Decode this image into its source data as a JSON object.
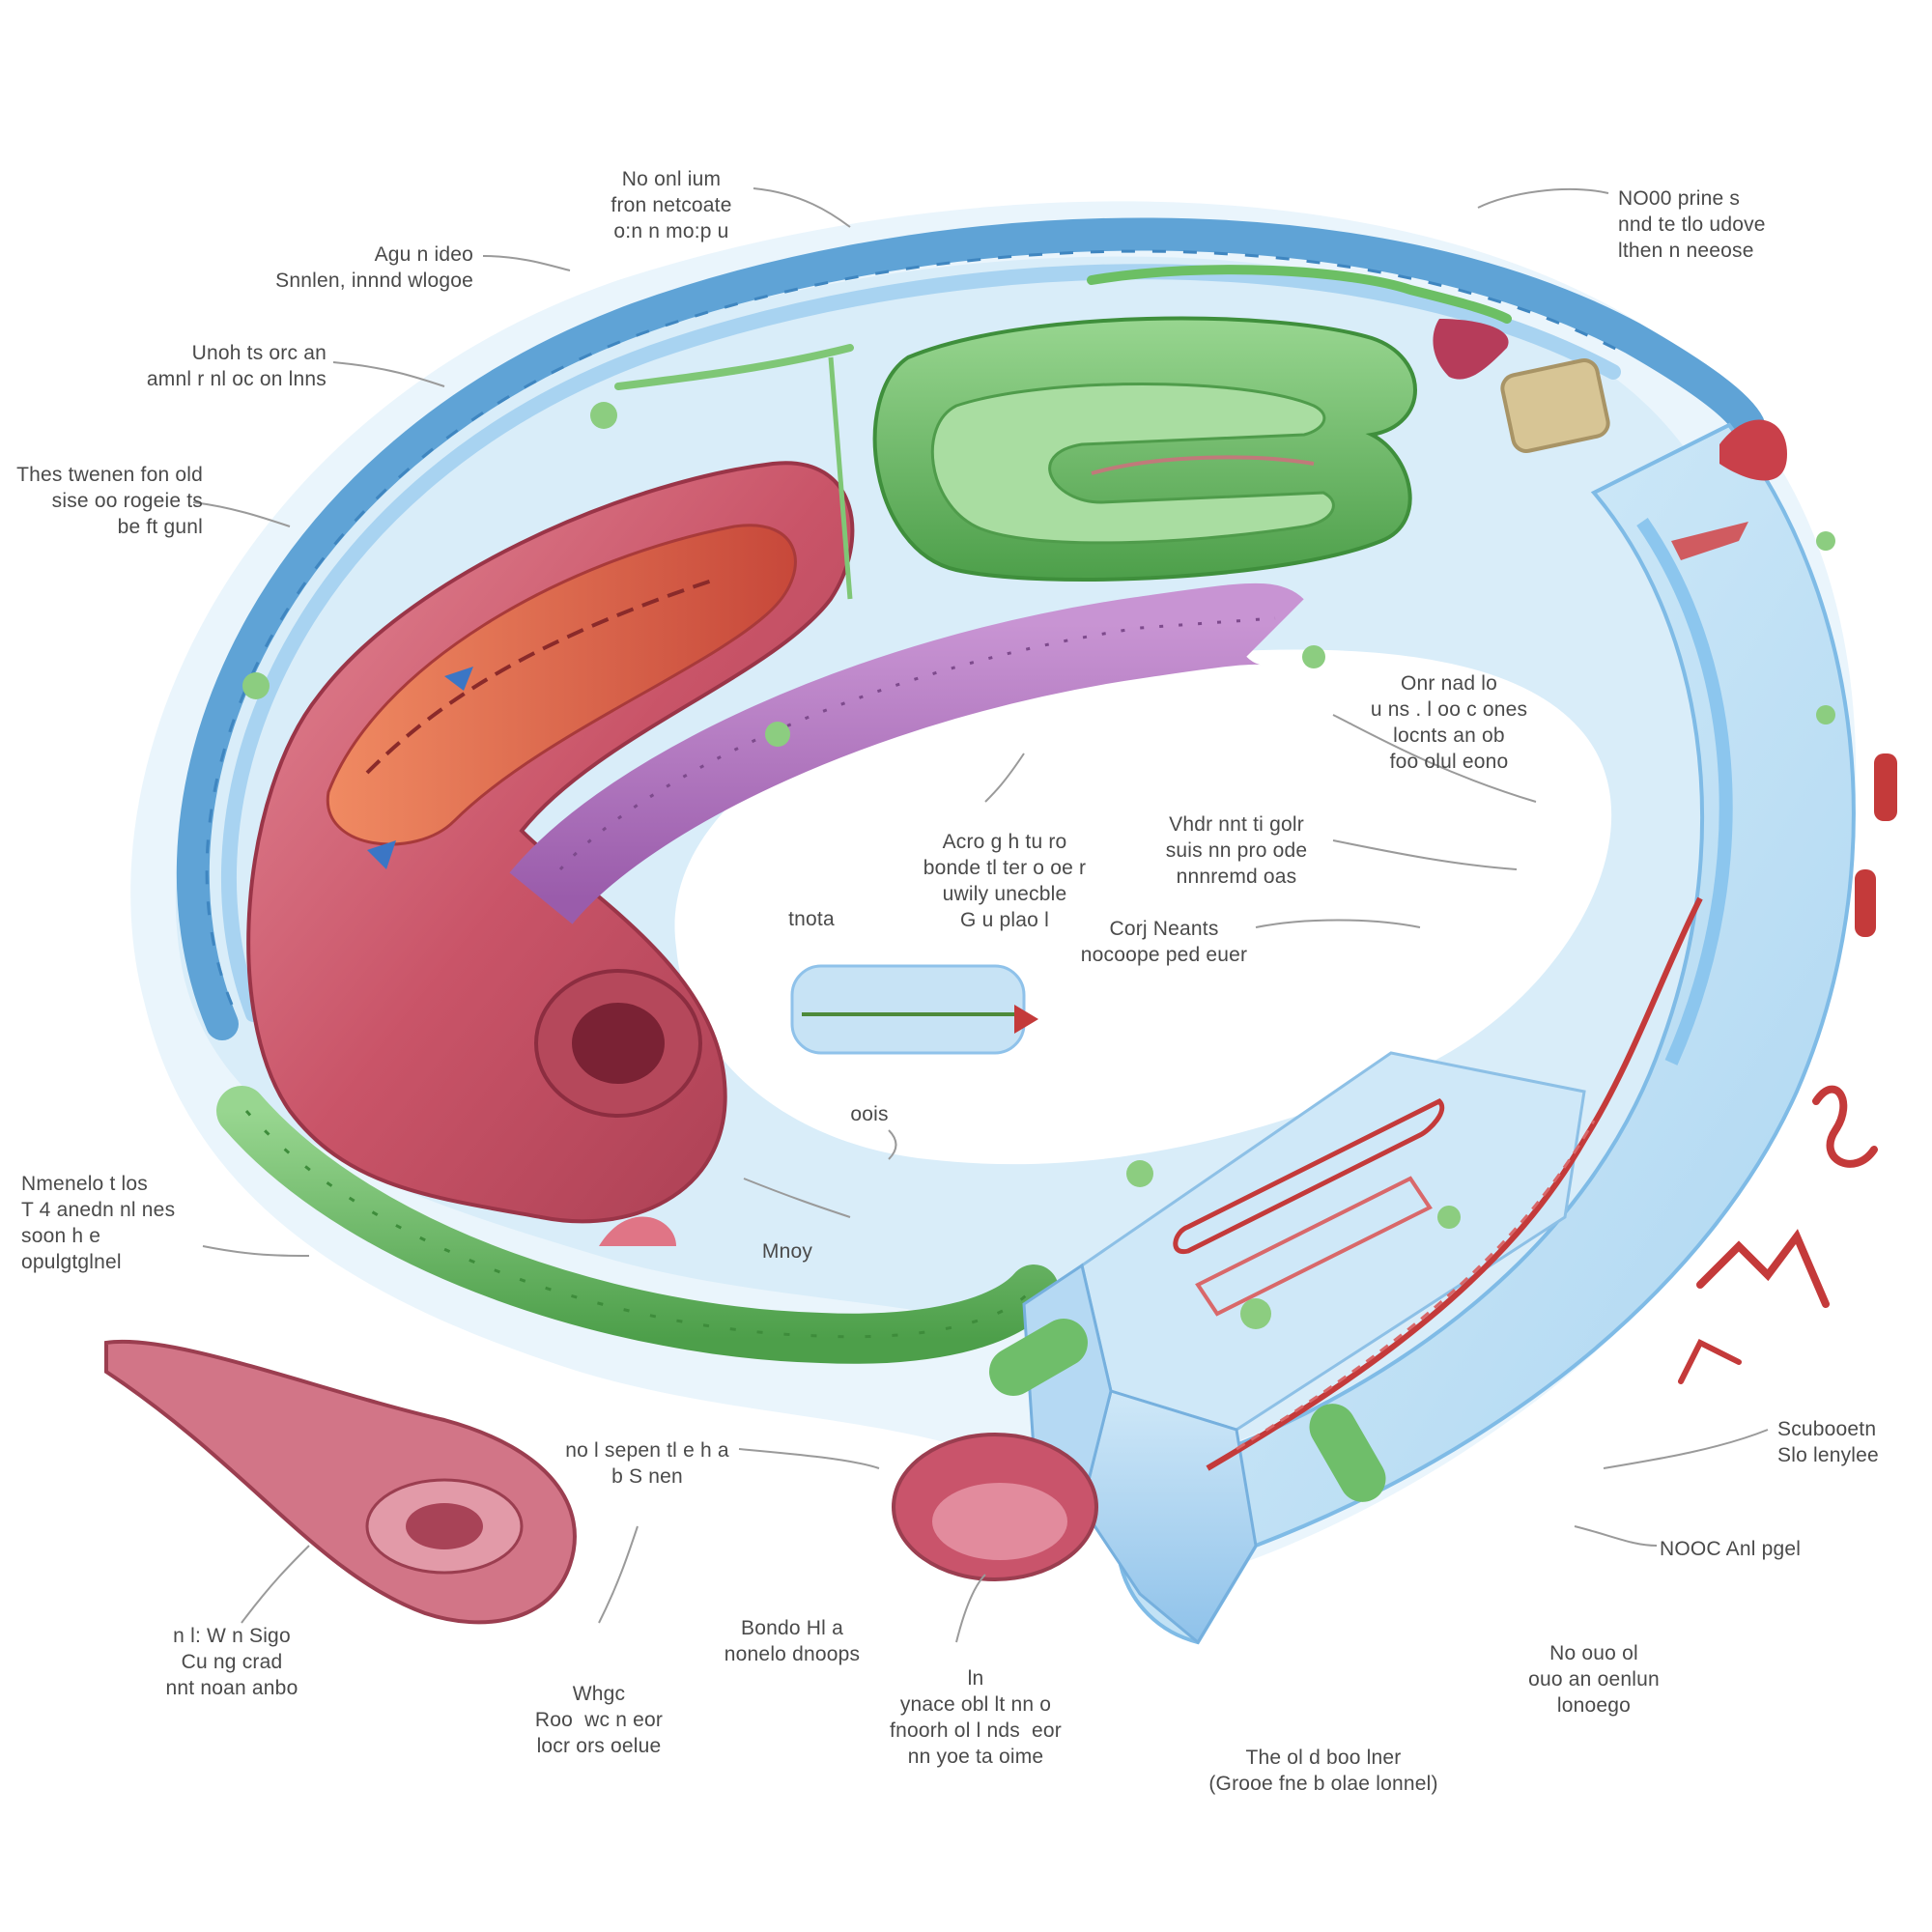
{
  "labels": [
    {
      "id": "top-center",
      "text": "No onl ium\nfron netcoate\no:n n mo:p u"
    },
    {
      "id": "top-right",
      "text": "NO00 prine s\nnnd te tlo udove\nlthen n neeose"
    },
    {
      "id": "upper-left-1",
      "text": "Agu n ideo\nSnnlen, innnd wlogoe"
    },
    {
      "id": "upper-left-2",
      "text": "Unoh ts orc an\namnl r nl oc on lnns"
    },
    {
      "id": "left-1",
      "text": "Thes twenen fon old\nsise oo rogeie ts\nbe ft gunl"
    },
    {
      "id": "center-right-1",
      "text": "Onr nad lo\nu ns . l oo c ones\nlocnts an ob\nfoo olul eono"
    },
    {
      "id": "center-1",
      "text": "Acro g h tu ro\nbonde tl ter o oe r\nuwily unecble\nG u plao l"
    },
    {
      "id": "center-2",
      "text": "Vhdr nnt ti golr\nsuis nn pro ode\nnnnremd oas"
    },
    {
      "id": "center-3",
      "text": "tnota"
    },
    {
      "id": "center-4",
      "text": "Corj Neants\nnocoope ped euer"
    },
    {
      "id": "center-5",
      "text": "oois"
    },
    {
      "id": "center-6",
      "text": "Mnoy"
    },
    {
      "id": "left-2",
      "text": "Nmenelo t los\nT 4 anedn nl nes\nsoon h e\nopulgtglnel"
    },
    {
      "id": "bottom-1",
      "text": "no l sepen tl e h a\nb S nen"
    },
    {
      "id": "right-1",
      "text": "Scubooetn\nSlo lenylee"
    },
    {
      "id": "right-2",
      "text": "NOOC Anl pgel"
    },
    {
      "id": "bottom-left",
      "text": "n l: W n Sigo\nCu ng crad\nnnt noan anbo"
    },
    {
      "id": "bottom-2",
      "text": "Bondo Hl a\nnonelo dnoops"
    },
    {
      "id": "bottom-3",
      "text": "Whgc\nRoo  wc n eor\nlocr ors oelue"
    },
    {
      "id": "bottom-4",
      "text": "ln\nynace obl lt nn o\nfnoorh ol l nds  eor\nnn yoe ta oime"
    },
    {
      "id": "bottom-right-1",
      "text": "No ouo ol\nouo an oenlun\nlonoego"
    },
    {
      "id": "bottom-5",
      "text": "The ol d boo lner\n(Grooe fne b olae lonnel)"
    }
  ],
  "colors": {
    "membrane_blue": "#5fa3d6",
    "cytoplasm_light": "#d6ecf8",
    "mitochondria_red": "#cf5c6e",
    "er_purple": "#b47ac0",
    "chloroplast_green": "#6fbe6a",
    "leader_gray": "#9a9a9a",
    "label_gray": "#4a4a4a"
  }
}
